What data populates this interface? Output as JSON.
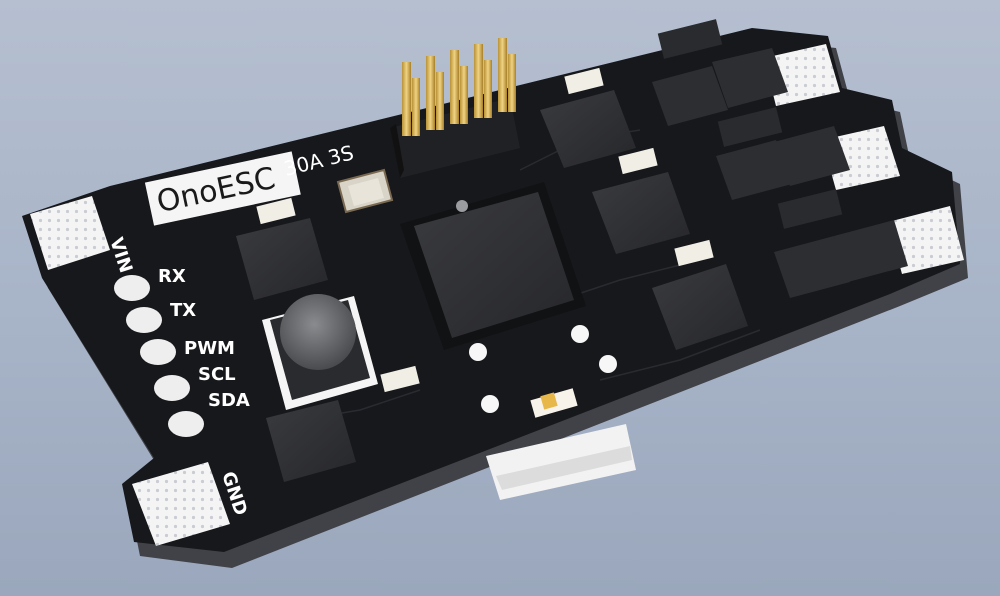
{
  "board": {
    "brand": "OnoESC",
    "rating": "30A 3S",
    "vin_label": "VIN",
    "gnd_label": "GND",
    "pins": [
      "RX",
      "TX",
      "PWM",
      "SCL",
      "SDA"
    ]
  },
  "colors": {
    "background": "#aab5c9",
    "pcb": "#17181b",
    "pad": "#f2f2f2",
    "silkscreen": "#ffffff",
    "header_pin": "#d9b45a"
  }
}
